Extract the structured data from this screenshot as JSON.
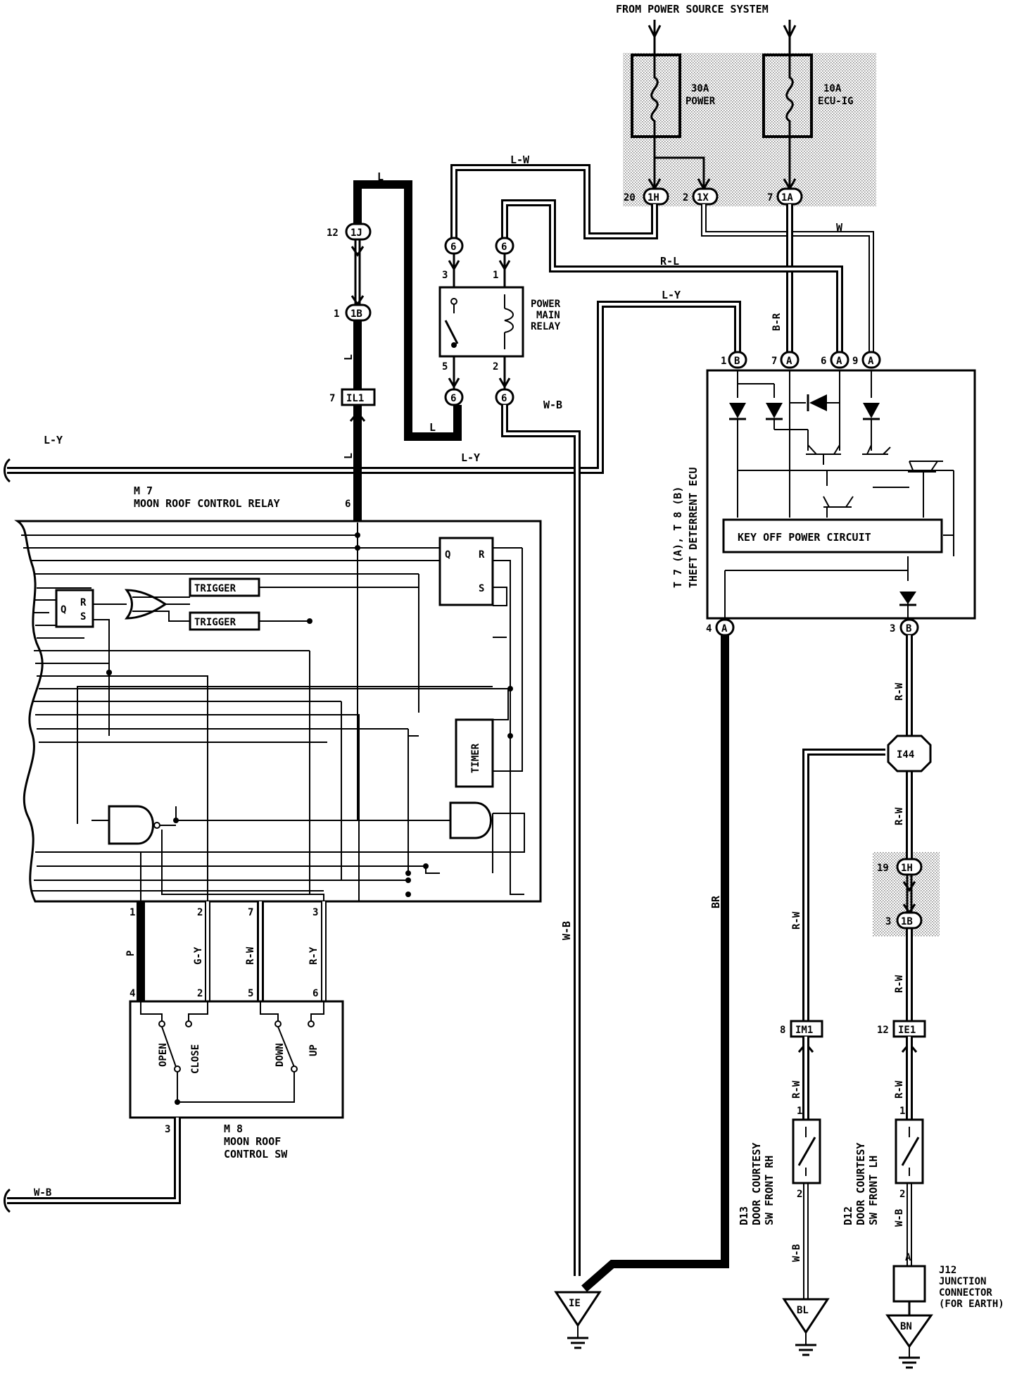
{
  "title": "FROM POWER SOURCE SYSTEM",
  "fuses": [
    {
      "name": "30A POWER",
      "line1": "30A",
      "line2": "POWER"
    },
    {
      "name": "10A ECU-IG",
      "line1": "10A",
      "line2": "ECU-IG"
    }
  ],
  "connectors": {
    "c1J": "1J",
    "c1B_top": "1B",
    "cIL1": "IL1",
    "c1H_top": "1H",
    "c1X": "1X",
    "c1A": "1A",
    "c6": "6",
    "cA": "A",
    "cB": "B",
    "cI44": "I44",
    "c1H": "1H",
    "c1B": "1B",
    "cIM1": "IM1",
    "cIE1": "IE1"
  },
  "pins": {
    "p20": "20",
    "p2": "2",
    "p7": "7",
    "p12": "12",
    "p1": "1",
    "p3": "3",
    "p5": "5",
    "p6": "6",
    "p9": "9",
    "p4": "4",
    "p19": "19",
    "p8": "8",
    "pA": "A"
  },
  "relay": {
    "line1": "POWER",
    "line2": "MAIN",
    "line3": "RELAY"
  },
  "ecu": {
    "name": "THEFT DETERRENT ECU",
    "code": "T 7 (A), T 8 (B)",
    "circuit": "KEY OFF POWER CIRCUIT"
  },
  "m7": {
    "code": "M 7",
    "name": "MOON ROOF CONTROL RELAY",
    "trigger": "TRIGGER",
    "timer": "TIMER",
    "q": "Q",
    "r": "R",
    "s": "S"
  },
  "m8": {
    "code": "M 8",
    "line1": "MOON ROOF",
    "line2": "CONTROL SW",
    "open": "OPEN",
    "close": "CLOSE",
    "down": "DOWN",
    "up": "UP"
  },
  "wires": {
    "L": "L",
    "LW": "L-W",
    "W": "W",
    "RL": "R-L",
    "LY": "L-Y",
    "BR": "B-R",
    "WB": "W-B",
    "BR2": "BR",
    "RW": "R-W",
    "P": "P",
    "GY": "G-Y",
    "RY": "R-Y"
  },
  "d13": {
    "code": "D13",
    "line1": "DOOR COURTESY",
    "line2": "SW FRONT RH"
  },
  "d12": {
    "code": "D12",
    "line1": "DOOR COURTESY",
    "line2": "SW FRONT LH"
  },
  "j12": {
    "code": "J12",
    "line1": "JUNCTION",
    "line2": "CONNECTOR",
    "line3": "(FOR EARTH)"
  },
  "grounds": {
    "IE": "IE",
    "BL": "BL",
    "BN": "BN"
  }
}
